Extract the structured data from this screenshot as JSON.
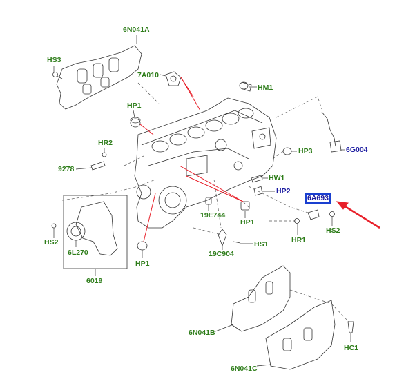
{
  "colors": {
    "part_label": "#2e7d1a",
    "link_label": "#1a1aa0",
    "highlight_box": "#1a3fd0",
    "arrow": "#e8202a",
    "leader_red": "#e8202a"
  },
  "labels": {
    "L6N041A": "6N041A",
    "HS3": "HS3",
    "L7A010": "7A010",
    "HM1": "HM1",
    "HP1_top": "HP1",
    "HR2": "HR2",
    "L9278": "9278",
    "HP3": "HP3",
    "L6G004": "6G004",
    "HW1": "HW1",
    "HP2": "HP2",
    "L6A693": "6A693",
    "L19E744": "19E744",
    "HP1_mid": "HP1",
    "HS2_left": "HS2",
    "L6L270": "6L270",
    "HS1": "HS1",
    "HR1": "HR1",
    "HS2_right": "HS2",
    "L19C904": "19C904",
    "HP1_bottom": "HP1",
    "L6019": "6019",
    "L6N041B": "6N041B",
    "HC1": "HC1",
    "L6N041C": "6N041C"
  }
}
